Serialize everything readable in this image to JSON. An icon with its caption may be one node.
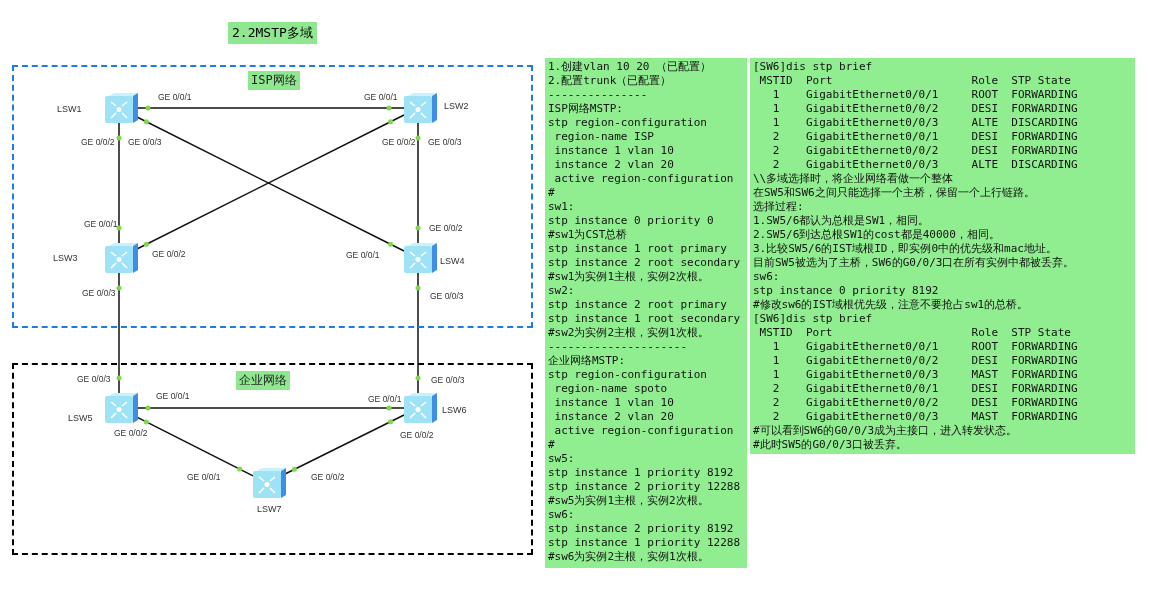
{
  "diagram": {
    "title": "2.2MSTP多域",
    "nodes": [
      {
        "text": [
          "ISP网络"
        ]
      },
      {
        "text": [
          "LSW1"
        ],
        "in": 0
      },
      {
        "text": [
          "LSW2"
        ],
        "in": 0
      },
      {
        "text": [
          "LSW3"
        ],
        "in": 0
      },
      {
        "text": [
          "LSW4"
        ],
        "in": 0
      },
      {
        "text": [
          "企业网络"
        ]
      },
      {
        "text": [
          "LSW5"
        ],
        "in": 5
      },
      {
        "text": [
          "LSW6"
        ],
        "in": 5
      },
      {
        "text": [
          "LSW7"
        ],
        "in": 5
      },
      {
        "text": [
          "1.创建vlan 10 20 （已配置）",
          "2.配置trunk（已配置）",
          "---------------",
          "ISP网络MSTP:",
          "stp region-configuration",
          " region-name ISP",
          " instance 1 vlan 10",
          " instance 2 vlan 20",
          " active region-configuration",
          "#",
          "sw1:",
          "stp instance 0 priority 0",
          "#sw1为CST总桥",
          "stp instance 1 root primary",
          "stp instance 2 root secondary",
          "#sw1为实例1主根，实例2次根。",
          "sw2:",
          "stp instance 2 root primary",
          "stp instance 1 root secondary",
          "#sw2为实例2主根，实例1次根。",
          "---------------------",
          "企业网络MSTP:",
          "stp region-configuration",
          " region-name spoto",
          " instance 1 vlan 10",
          " instance 2 vlan 20",
          " active region-configuration",
          "#",
          "sw5:",
          "stp instance 1 priority 8192",
          "stp instance 2 priority 12288",
          "#sw5为实例1主根，实例2次根。",
          "sw6:",
          "stp instance 2 priority 8192",
          "stp instance 1 priority 12288",
          "#sw6为实例2主根，实例1次根。"
        ]
      },
      {
        "text": [
          "[SW6]dis stp brief",
          " MSTID  Port                     Role  STP State",
          "   1    GigabitEthernet0/0/1     ROOT  FORWARDING",
          "   1    GigabitEthernet0/0/2     DESI  FORWARDING",
          "   1    GigabitEthernet0/0/3     ALTE  DISCARDING",
          "   2    GigabitEthernet0/0/1     DESI  FORWARDING",
          "   2    GigabitEthernet0/0/2     DESI  FORWARDING",
          "   2    GigabitEthernet0/0/3     ALTE  DISCARDING",
          "\\\\多域选择时，将企业网络看做一个整体",
          "在SW5和SW6之间只能选择一个主桥，保留一个上行链路。",
          "选择过程:",
          "1.SW5/6都认为总根是SW1，相同。",
          "2.SW5/6到达总根SW1的cost都是40000，相同。",
          "3.比较SW5/6的IST域根ID，即实例0中的优先级和mac地址。",
          "目前SW5被选为了主桥，SW6的G0/0/3口在所有实例中都被丢弃。",
          "sw6:",
          "stp instance 0 priority 8192",
          "#修改sw6的IST域根优先级，注意不要抢占sw1的总桥。",
          "[SW6]dis stp brief",
          " MSTID  Port                     Role  STP State",
          "   1    GigabitEthernet0/0/1     ROOT  FORWARDING",
          "   1    GigabitEthernet0/0/2     DESI  FORWARDING",
          "   1    GigabitEthernet0/0/3     MAST  FORWARDING",
          "   2    GigabitEthernet0/0/1     DESI  FORWARDING",
          "   2    GigabitEthernet0/0/2     DESI  FORWARDING",
          "   2    GigabitEthernet0/0/3     MAST  FORWARDING",
          "#可以看到SW6的G0/0/3成为主接口，进入转发状态。",
          "#此时SW5的G0/0/3口被丢弃。"
        ]
      }
    ],
    "edges": [
      {
        "from": 1,
        "to": 2,
        "arrow": "none"
      },
      {
        "from": 1,
        "to": 3,
        "arrow": "none"
      },
      {
        "from": 1,
        "to": 4,
        "arrow": "none"
      },
      {
        "from": 2,
        "to": 3,
        "arrow": "none"
      },
      {
        "from": 2,
        "to": 4,
        "arrow": "none"
      },
      {
        "from": 3,
        "to": 6,
        "arrow": "none"
      },
      {
        "from": 4,
        "to": 7,
        "arrow": "none"
      },
      {
        "from": 6,
        "to": 7,
        "arrow": "none"
      },
      {
        "from": 6,
        "to": 8,
        "arrow": "none"
      },
      {
        "from": 7,
        "to": 8,
        "arrow": "none"
      }
    ],
    "labels": [
      "GE 0/0/1",
      "GE 0/0/1",
      "GE 0/0/2",
      "GE 0/0/3",
      "GE 0/0/2",
      "GE 0/0/3",
      "GE 0/0/1",
      "GE 0/0/2",
      "GE 0/0/2",
      "GE 0/0/1",
      "GE 0/0/3",
      "GE 0/0/3",
      "GE 0/0/3",
      "GE 0/0/3",
      "GE 0/0/1",
      "GE 0/0/1",
      "GE 0/0/2",
      "GE 0/0/2",
      "GE 0/0/1",
      "GE 0/0/2"
    ]
  }
}
